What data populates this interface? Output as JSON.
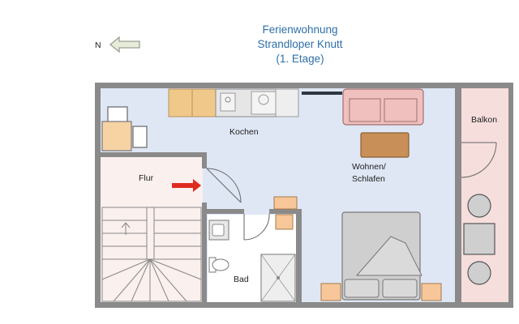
{
  "title": {
    "line1": "Ferienwohnung",
    "line2": "Strandloper Knutt",
    "line3": "(1. Etage)"
  },
  "compass": {
    "letter": "N"
  },
  "rooms": {
    "kitchen": "Kochen",
    "hall": "Flur",
    "bath": "Bad",
    "living_line1": "Wohnen/",
    "living_line2": "Schlafen",
    "balcony": "Balkon"
  },
  "colors": {
    "title": "#2e6fa8",
    "wall": "#8a8a8a",
    "living_floor": "#dfe7f5",
    "hall_floor": "#faf0ee",
    "balcony_floor": "#f6dedd",
    "sofa": "#efc0bd",
    "table": "#c98f58",
    "kitchen_wood": "#f0c98a",
    "entry_arrow": "#e02b20"
  }
}
